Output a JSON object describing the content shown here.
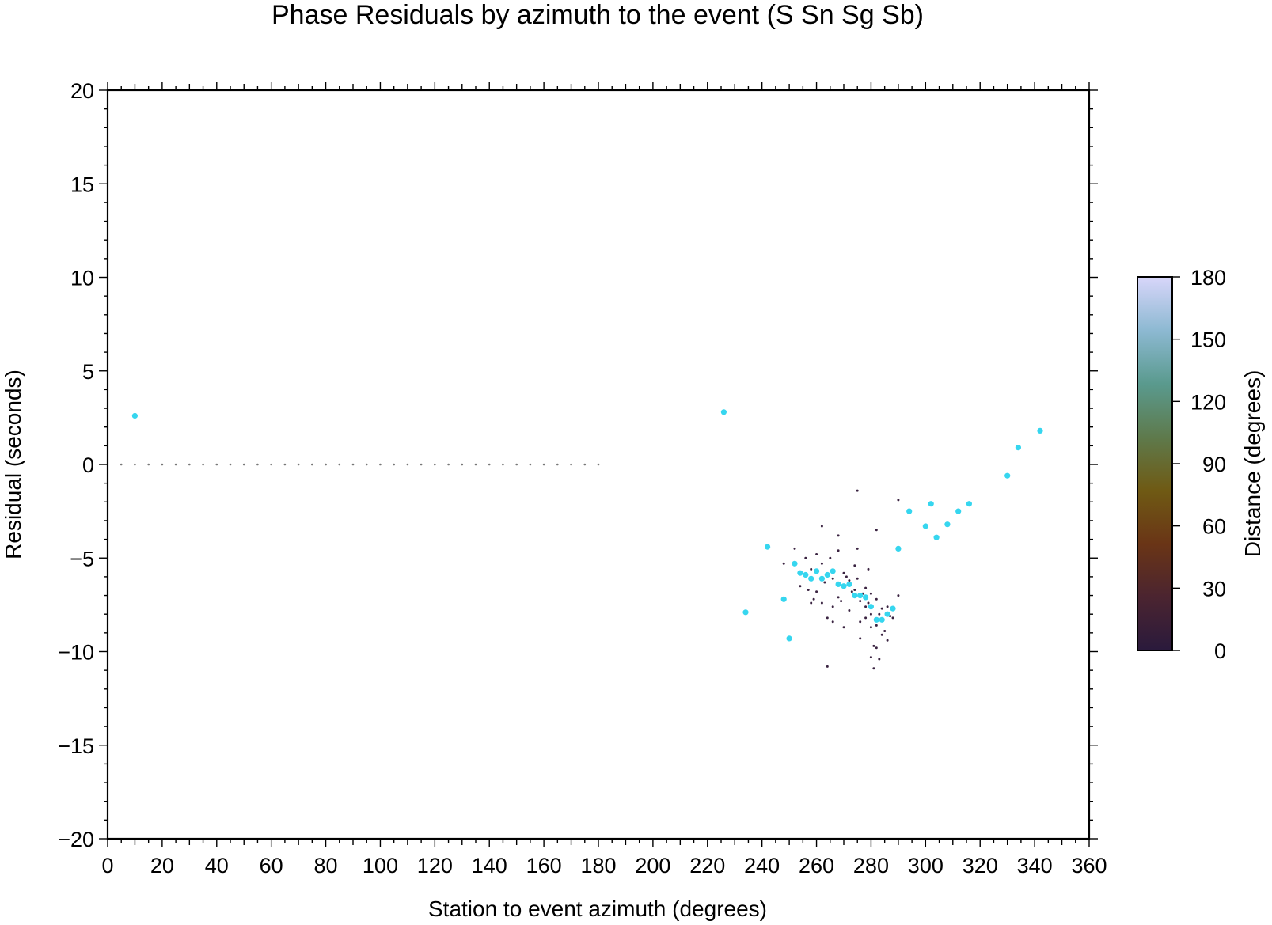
{
  "chart_data": {
    "type": "scatter",
    "title": "Phase Residuals by azimuth to the event (S Sn Sg Sb)",
    "xlabel": "Station to event azimuth (degrees)",
    "ylabel": "Residual (seconds)",
    "xlim": [
      0,
      360
    ],
    "ylim": [
      -20,
      20
    ],
    "xticks": [
      0,
      20,
      40,
      60,
      80,
      100,
      120,
      140,
      160,
      180,
      200,
      220,
      240,
      260,
      280,
      300,
      320,
      340,
      360
    ],
    "yticks": [
      20,
      15,
      10,
      5,
      0,
      -5,
      -10,
      -15,
      -20
    ],
    "ytick_labels": [
      "20",
      "15",
      "10",
      "5",
      "0",
      "−5",
      "−10",
      "−15",
      "−20"
    ],
    "grid": false,
    "colorbar": {
      "label": "Distance (degrees)",
      "range": [
        0,
        180
      ],
      "ticks": [
        180,
        150,
        120,
        90,
        60,
        30,
        0
      ],
      "stops": [
        "#2a1a3c",
        "#4b2430",
        "#6a3516",
        "#6f5a14",
        "#5e7a4c",
        "#5a9a8e",
        "#8db9d2",
        "#d8d6fa"
      ]
    },
    "series": [
      {
        "marker": "large-dot",
        "color": "#36d6ef",
        "points": [
          [
            10,
            2.6
          ],
          [
            226,
            2.8
          ],
          [
            234,
            -7.9
          ],
          [
            242,
            -4.4
          ],
          [
            248,
            -7.2
          ],
          [
            250,
            -9.3
          ],
          [
            252,
            -5.3
          ],
          [
            254,
            -5.8
          ],
          [
            256,
            -5.9
          ],
          [
            258,
            -6.1
          ],
          [
            260,
            -5.7
          ],
          [
            262,
            -6.1
          ],
          [
            264,
            -5.9
          ],
          [
            266,
            -5.7
          ],
          [
            268,
            -6.4
          ],
          [
            270,
            -6.5
          ],
          [
            272,
            -6.4
          ],
          [
            274,
            -7.0
          ],
          [
            276,
            -7.0
          ],
          [
            278,
            -7.1
          ],
          [
            280,
            -7.6
          ],
          [
            282,
            -8.3
          ],
          [
            284,
            -8.3
          ],
          [
            286,
            -8.0
          ],
          [
            288,
            -7.7
          ],
          [
            290,
            -4.5
          ],
          [
            294,
            -2.5
          ],
          [
            300,
            -3.3
          ],
          [
            302,
            -2.1
          ],
          [
            304,
            -3.9
          ],
          [
            308,
            -3.2
          ],
          [
            312,
            -2.5
          ],
          [
            316,
            -2.1
          ],
          [
            330,
            -0.6
          ],
          [
            334,
            0.9
          ],
          [
            342,
            1.8
          ]
        ]
      },
      {
        "marker": "small-dot",
        "color": "#3a2341",
        "points": [
          [
            262,
            -3.3
          ],
          [
            268,
            -3.8
          ],
          [
            275,
            -1.4
          ],
          [
            282,
            -3.5
          ],
          [
            290,
            -1.9
          ],
          [
            250,
            -9.3
          ],
          [
            281,
            -10.9
          ],
          [
            264,
            -10.8
          ],
          [
            252,
            -4.5
          ],
          [
            256,
            -5.0
          ],
          [
            258,
            -5.6
          ],
          [
            260,
            -6.8
          ],
          [
            262,
            -7.4
          ],
          [
            264,
            -8.2
          ],
          [
            266,
            -8.4
          ],
          [
            268,
            -4.6
          ],
          [
            270,
            -5.8
          ],
          [
            272,
            -6.2
          ],
          [
            274,
            -6.7
          ],
          [
            276,
            -7.3
          ],
          [
            278,
            -7.6
          ],
          [
            280,
            -8.0
          ],
          [
            282,
            -8.6
          ],
          [
            284,
            -9.1
          ],
          [
            286,
            -9.4
          ],
          [
            288,
            -8.2
          ],
          [
            290,
            -7.0
          ],
          [
            276,
            -9.3
          ],
          [
            280,
            -10.3
          ],
          [
            283,
            -10.4
          ],
          [
            270,
            -8.7
          ],
          [
            258,
            -7.4
          ],
          [
            254,
            -6.5
          ],
          [
            262,
            -5.3
          ],
          [
            266,
            -6.1
          ],
          [
            272,
            -7.8
          ],
          [
            274,
            -5.4
          ],
          [
            278,
            -6.6
          ],
          [
            280,
            -6.9
          ],
          [
            282,
            -7.2
          ],
          [
            284,
            -7.7
          ],
          [
            286,
            -7.6
          ],
          [
            279,
            -5.6
          ],
          [
            265,
            -5.0
          ],
          [
            268,
            -7.1
          ],
          [
            271,
            -6.0
          ],
          [
            276,
            -8.4
          ],
          [
            281,
            -9.7
          ],
          [
            257,
            -6.7
          ],
          [
            259,
            -7.2
          ],
          [
            263,
            -6.3
          ],
          [
            266,
            -7.6
          ],
          [
            269,
            -7.3
          ],
          [
            273,
            -6.8
          ],
          [
            275,
            -6.1
          ],
          [
            277,
            -6.9
          ],
          [
            279,
            -7.4
          ],
          [
            283,
            -8.0
          ],
          [
            285,
            -8.9
          ],
          [
            287,
            -8.1
          ],
          [
            248,
            -5.3
          ],
          [
            260,
            -4.8
          ],
          [
            275,
            -4.5
          ],
          [
            280,
            -8.7
          ],
          [
            282,
            -9.8
          ],
          [
            278,
            -8.2
          ]
        ]
      },
      {
        "marker": "tiny-dot",
        "color": "#777777",
        "points": [
          [
            5,
            0
          ],
          [
            10,
            0
          ],
          [
            15,
            0
          ],
          [
            20,
            0
          ],
          [
            25,
            0
          ],
          [
            30,
            0
          ],
          [
            35,
            0
          ],
          [
            40,
            0
          ],
          [
            45,
            0
          ],
          [
            50,
            0
          ],
          [
            55,
            0
          ],
          [
            60,
            0
          ],
          [
            65,
            0
          ],
          [
            70,
            0
          ],
          [
            75,
            0
          ],
          [
            80,
            0
          ],
          [
            85,
            0
          ],
          [
            90,
            0
          ],
          [
            95,
            0
          ],
          [
            100,
            0
          ],
          [
            105,
            0
          ],
          [
            110,
            0
          ],
          [
            115,
            0
          ],
          [
            120,
            0
          ],
          [
            125,
            0
          ],
          [
            130,
            0
          ],
          [
            135,
            0
          ],
          [
            140,
            0
          ],
          [
            145,
            0
          ],
          [
            150,
            0
          ],
          [
            155,
            0
          ],
          [
            160,
            0
          ],
          [
            165,
            0
          ],
          [
            170,
            0
          ],
          [
            175,
            0
          ],
          [
            180,
            0
          ]
        ]
      }
    ]
  }
}
